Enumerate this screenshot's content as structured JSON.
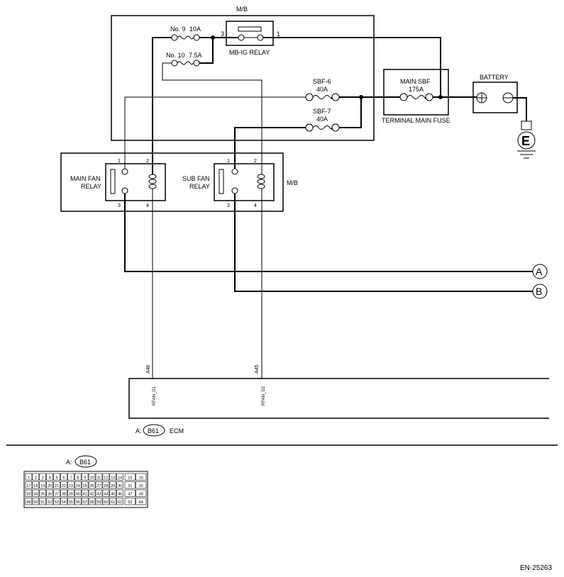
{
  "mb_label": "M/B",
  "mb_label_right": "M/B",
  "fuse_no9": {
    "name": "No. 9",
    "rating": "10A"
  },
  "fuse_no10": {
    "name": "No. 10",
    "rating": "7.5A"
  },
  "mbig_relay": {
    "label": "MB-IG RELAY",
    "pin_left": "3",
    "pin_right": "1"
  },
  "sbf6": {
    "name": "SBF-6",
    "rating": "40A"
  },
  "sbf7": {
    "name": "SBF-7",
    "rating": "40A"
  },
  "main_sbf": {
    "name": "MAIN SBF",
    "rating": "175A",
    "caption": "TERMINAL MAIN FUSE"
  },
  "battery": {
    "label": "BATTERY",
    "ground_symbol": "E",
    "plus_icon": "plus-terminal",
    "minus_icon": "minus-terminal"
  },
  "main_fan_relay": {
    "line1": "MAIN FAN",
    "line2": "RELAY",
    "pins": [
      "1",
      "2",
      "3",
      "4"
    ]
  },
  "sub_fan_relay": {
    "line1": "SUB FAN",
    "line2": "RELAY",
    "pins": [
      "1",
      "2",
      "3",
      "4"
    ]
  },
  "connectors": {
    "a": "A",
    "b": "B"
  },
  "ecm": {
    "pin_a46": "A46",
    "pin_a45": "A45",
    "signal_1": "RFAN_D1",
    "signal_2": "RFAN_D2",
    "connector_prefix": "A:",
    "connector_id": "B61",
    "label": "ECM"
  },
  "pinout": {
    "prefix": "A:",
    "id": "B61",
    "rows": [
      [
        "1",
        "2",
        "3",
        "4",
        "5",
        "6",
        "7",
        "8",
        "9",
        "10",
        "11",
        "12",
        "13",
        "14"
      ],
      [
        "17",
        "18",
        "19",
        "20",
        "21",
        "22",
        "23",
        "24",
        "25",
        "26",
        "27",
        "28",
        "29",
        "30"
      ],
      [
        "33",
        "34",
        "35",
        "36",
        "37",
        "38",
        "39",
        "40",
        "41",
        "42",
        "43",
        "44",
        "45",
        "46"
      ],
      [
        "49",
        "50",
        "51",
        "52",
        "53",
        "54",
        "55",
        "56",
        "57",
        "58",
        "59",
        "60",
        "61",
        "62"
      ]
    ],
    "side_rows": [
      [
        "15",
        "16"
      ],
      [
        "31",
        "32"
      ],
      [
        "47",
        "48"
      ],
      [
        "63",
        "64"
      ]
    ]
  },
  "doc_code": "EN-25263"
}
